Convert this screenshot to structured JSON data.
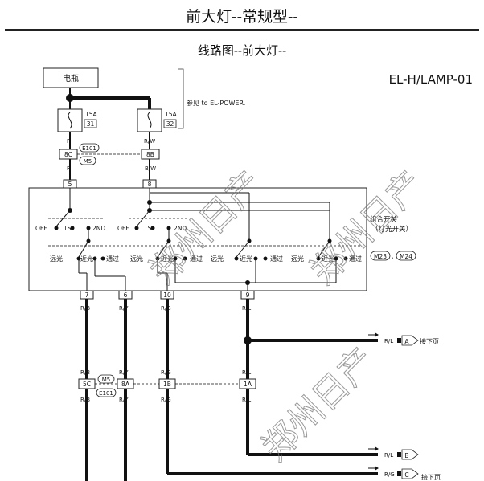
{
  "header": {
    "title": "前大灯--常规型--",
    "subtitle": "线路图--前大灯--",
    "code": "EL-H/LAMP-01"
  },
  "battery": {
    "label": "电瓶"
  },
  "reference_note": "参见 to EL-POWER.",
  "fuses": [
    {
      "amp": "15A",
      "number": "31"
    },
    {
      "amp": "15A",
      "number": "32"
    }
  ],
  "wire_colors": {
    "r": "R",
    "rw": "R/W",
    "bw": "B/W",
    "rb": "R/B",
    "ry": "R/Y",
    "rg": "R/G",
    "rl": "R/L"
  },
  "connectors": {
    "e101": "E101",
    "m5": "M5",
    "m23": "M23",
    "m24": "M24",
    "c8c": "8C",
    "c8b": "8B",
    "c5c": "5C",
    "c8a": "8A",
    "c1b": "1B",
    "c1a": "1A"
  },
  "pins": {
    "p5": "5",
    "p8": "8",
    "p7": "7",
    "p6": "6",
    "p10": "10",
    "p9": "9"
  },
  "combo_switch": {
    "label_line1": "组合开关",
    "label_line2": "（灯光开关）",
    "off": "OFF",
    "first": "1ST",
    "second": "2ND",
    "high": "远光",
    "low": "近光",
    "pass": "通过",
    "separator": "，"
  },
  "outputs": [
    {
      "wire": "R/L",
      "letter": "A",
      "note": "接下页"
    },
    {
      "wire": "R/L",
      "letter": "B"
    },
    {
      "wire": "R/G",
      "letter": "C",
      "note": "接下页"
    }
  ],
  "watermark": "郑州日产"
}
